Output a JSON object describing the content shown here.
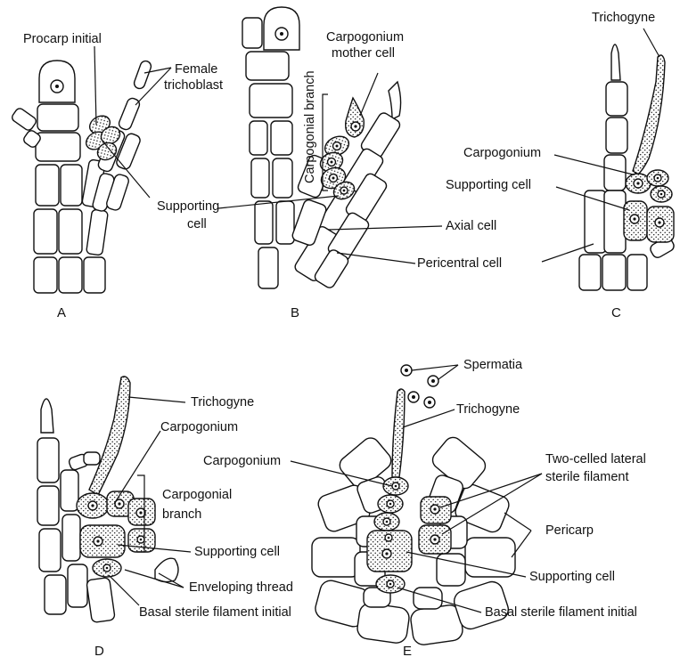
{
  "panels": {
    "a": {
      "letter": "A",
      "labels": {
        "procarp_initial": "Procarp initial",
        "female_1": "Female",
        "female_2": "trichoblast",
        "supporting_1": "Supporting",
        "supporting_2": "cell"
      }
    },
    "b": {
      "letter": "B",
      "labels": {
        "mother_1": "Carpogonium",
        "mother_2": "mother cell",
        "branch": "Carpogonial branch",
        "axial": "Axial cell",
        "pericentral": "Pericentral cell"
      }
    },
    "c": {
      "letter": "C",
      "labels": {
        "trichogyne": "Trichogyne",
        "carpogonium": "Carpogonium",
        "supporting": "Supporting cell"
      }
    },
    "d": {
      "letter": "D",
      "labels": {
        "trichogyne": "Trichogyne",
        "carpogonium": "Carpogonium",
        "branch_1": "Carpogonial",
        "branch_2": "branch",
        "supporting": "Supporting cell",
        "enveloping": "Enveloping thread",
        "basal": "Basal sterile filament initial"
      }
    },
    "e": {
      "letter": "E",
      "labels": {
        "spermatia": "Spermatia",
        "trichogyne": "Trichogyne",
        "carpogonium": "Carpogonium",
        "two_celled_1": "Two-celled lateral",
        "two_celled_2": "sterile filament",
        "pericarp": "Pericarp",
        "supporting": "Supporting cell",
        "basal": "Basal sterile filament initial"
      }
    }
  }
}
